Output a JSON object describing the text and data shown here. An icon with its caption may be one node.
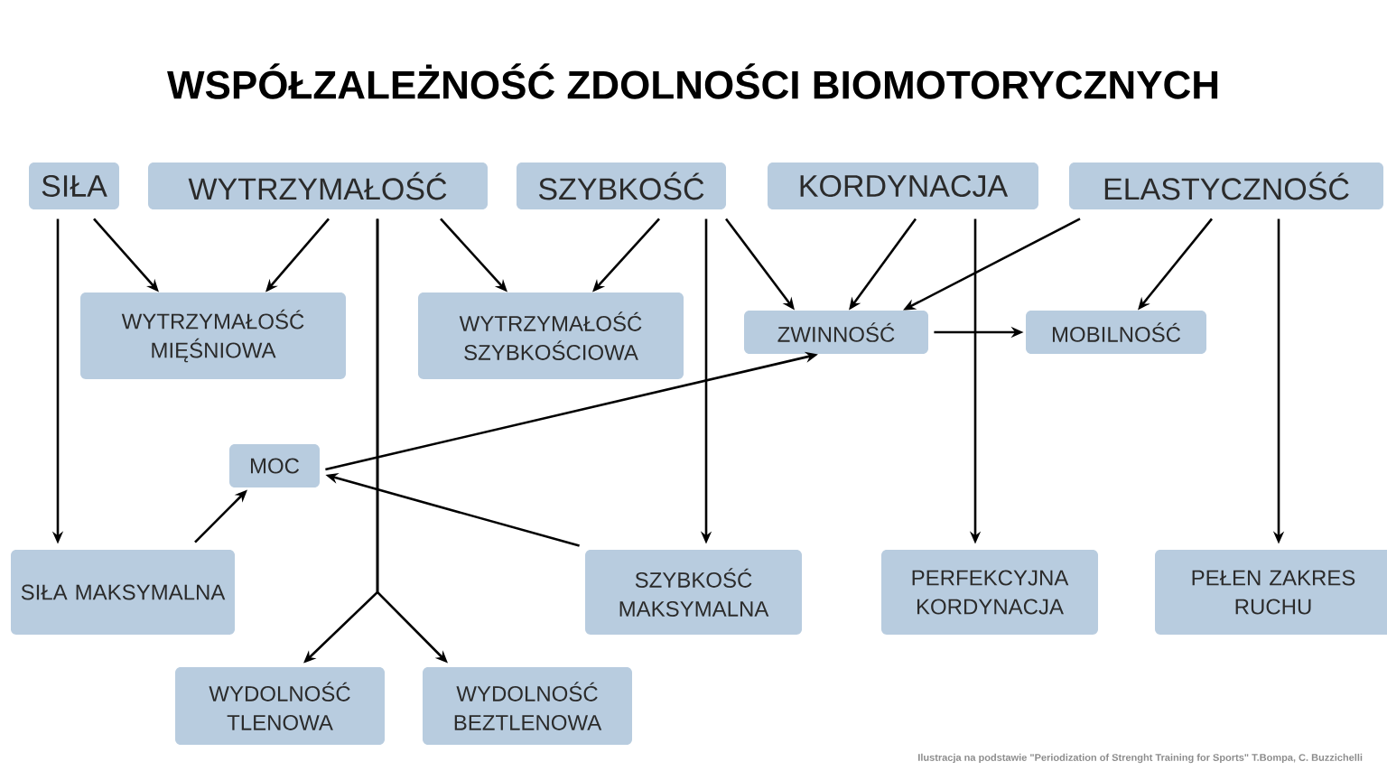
{
  "diagram": {
    "title": "WSPÓŁZALEŻNOŚĆ ZDOLNOŚCI BIOMOTORYCZNYCH",
    "caption": "Ilustracja na podstawie \"Periodization of Strenght Training for Sports\" T.Bompa, C. Buzzichelli",
    "nodes": [
      {
        "text": [
          "SIŁA"
        ]
      },
      {
        "text": [
          "WYTRZYMAŁOŚĆ"
        ]
      },
      {
        "text": [
          "SZYBKOŚĆ"
        ]
      },
      {
        "text": [
          "KORDYNACJA"
        ]
      },
      {
        "text": [
          "ELASTYCZNOŚĆ"
        ]
      },
      {
        "text": [
          "WYTRZYMAŁOŚĆ MIĘŚNIOWA"
        ]
      },
      {
        "text": [
          "WYTRZYMAŁOŚĆ SZYBKOŚCIOWA"
        ]
      },
      {
        "text": [
          "ZWINNOŚĆ"
        ]
      },
      {
        "text": [
          "MOBILNOŚĆ"
        ]
      },
      {
        "text": [
          "MOC"
        ]
      },
      {
        "text": [
          "SIŁA MAKSYMALNA"
        ]
      },
      {
        "text": [
          "SZYBKOŚĆ MAKSYMALNA"
        ]
      },
      {
        "text": [
          "PERFEKCYJNA KORDYNACJA"
        ]
      },
      {
        "text": [
          "PEŁEN ZAKRES RUCHU"
        ]
      },
      {
        "text": [
          "WYDOLNOŚĆ TLENOWA"
        ]
      },
      {
        "text": [
          "WYDOLNOŚĆ BEZTLENOWA"
        ]
      }
    ],
    "edges": [
      {
        "from": 0,
        "to": 5,
        "arrow": "to"
      },
      {
        "from": 1,
        "to": 5,
        "arrow": "to"
      },
      {
        "from": 1,
        "to": 6,
        "arrow": "to"
      },
      {
        "from": 2,
        "to": 6,
        "arrow": "to"
      },
      {
        "from": 2,
        "to": 7,
        "arrow": "to"
      },
      {
        "from": 3,
        "to": 7,
        "arrow": "to"
      },
      {
        "from": 4,
        "to": 7,
        "arrow": "to"
      },
      {
        "from": 4,
        "to": 8,
        "arrow": "to"
      },
      {
        "from": 7,
        "to": 8,
        "arrow": "to"
      },
      {
        "from": 9,
        "to": 7,
        "arrow": "to"
      },
      {
        "from": 10,
        "to": 9,
        "arrow": "to"
      },
      {
        "from": 11,
        "to": 9,
        "arrow": "to"
      },
      {
        "from": 0,
        "to": 10,
        "arrow": "to"
      },
      {
        "from": 2,
        "to": 11,
        "arrow": "to"
      },
      {
        "from": 3,
        "to": 12,
        "arrow": "to"
      },
      {
        "from": 4,
        "to": 13,
        "arrow": "to"
      },
      {
        "from": 1,
        "to": 14,
        "arrow": "to"
      },
      {
        "from": 1,
        "to": 15,
        "arrow": "to"
      }
    ]
  }
}
